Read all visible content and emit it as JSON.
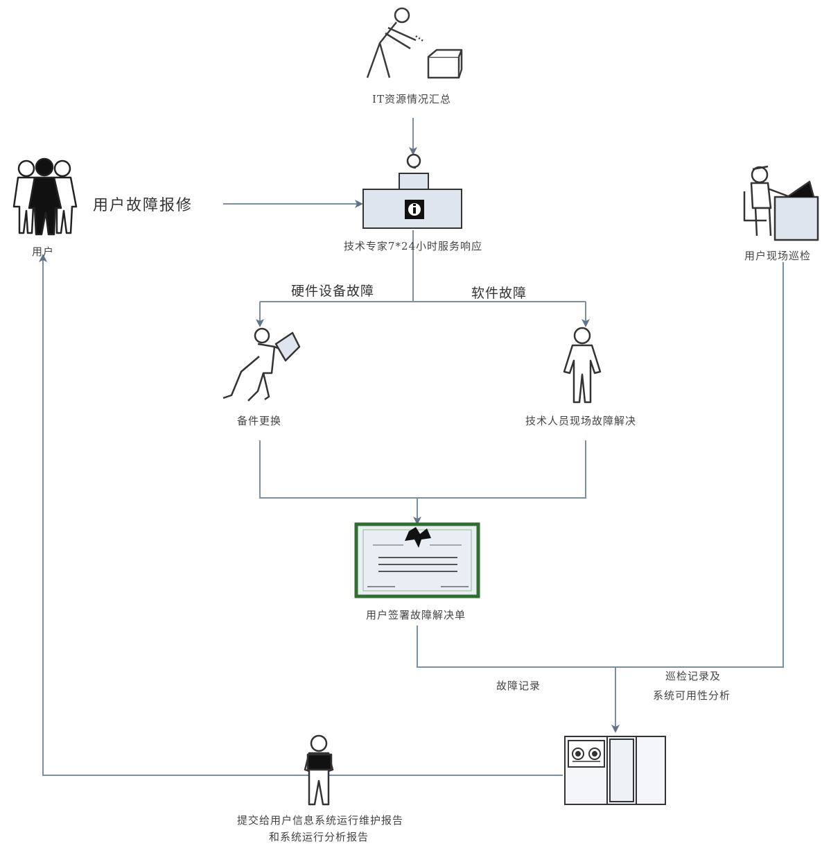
{
  "labels": {
    "it_summary": "IT资源情况汇总",
    "user_report": "用户故障报修",
    "user": "用户",
    "expert_response": "技术专家7*24小时服务响应",
    "onsite_inspection": "用户现场巡检",
    "hardware_fault": "硬件设备故障",
    "software_fault": "软件故障",
    "parts_replacement": "备件更换",
    "onsite_resolve": "技术人员现场故障解决",
    "signoff": "用户签署故障解决单",
    "fault_record": "故障记录",
    "inspection_record_line1": "巡检记录及",
    "inspection_record_line2": "系统可用性分析",
    "report_line1": "提交给用户信息系统运行维护报告",
    "report_line2": "和系统运行分析报告"
  },
  "colors": {
    "arrow": "#7a8fa6",
    "arrowhead": "#5f7488",
    "figure": "#3a3a3a",
    "certificate_border": "#2f6e2f",
    "panel": "#dfe5ee"
  },
  "icons": {
    "it_summary": "person-dropping-into-box-icon",
    "users": "group-of-users-icon",
    "help_desk": "help-desk-info-icon",
    "inspector": "seated-worker-computer-icon",
    "parts": "running-person-carrying-part-icon",
    "technician": "standing-technician-icon",
    "certificate": "certificate-icon",
    "reporter": "person-holding-report-icon",
    "server": "server-cabinet-icon"
  }
}
